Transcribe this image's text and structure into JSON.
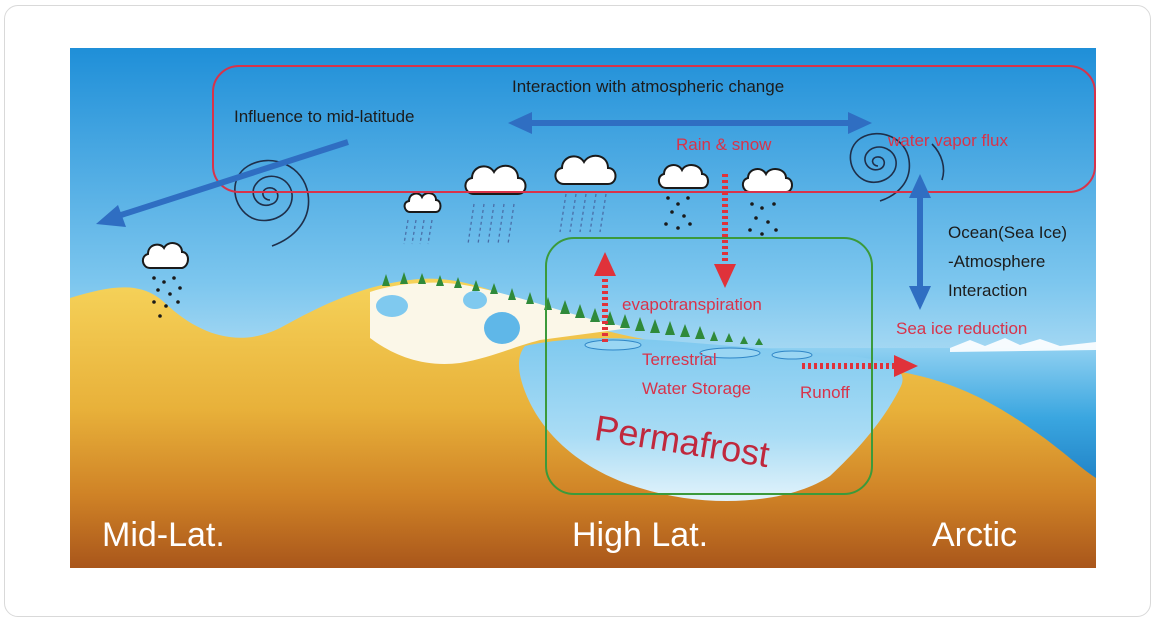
{
  "labels": {
    "interaction": "Interaction with atmospheric change",
    "influence": "Influence to mid-latitude",
    "rain_snow": "Rain & snow",
    "water_vapor": "water vapor flux",
    "ocean_line1": "Ocean(Sea Ice)",
    "ocean_line2": "-Atmosphere",
    "ocean_line3": "Interaction",
    "evapotranspiration": "evapotranspiration",
    "sea_ice": "Sea ice reduction",
    "terrestrial_line1": "Terrestrial",
    "terrestrial_line2": "Water Storage",
    "runoff": "Runoff",
    "permafrost": "Permafrost",
    "region_mid": "Mid-Lat.",
    "region_high": "High Lat.",
    "region_arctic": "Arctic"
  },
  "colors": {
    "sky_top": "#1d8ed6",
    "sky_bottom": "#dff2fb",
    "ocean": "#3aa6e0",
    "land_top": "#f2c740",
    "land_bottom": "#b5651d",
    "arrow_blue": "#2f6ec2",
    "arrow_red": "#e0323a",
    "box_red": "#d8334a",
    "box_green": "#3b9a3b",
    "tree_green": "#2f8a3a"
  },
  "icons": [
    "cloud-rain-icon",
    "cloud-snow-icon",
    "spiral-icon",
    "tree-icon"
  ]
}
